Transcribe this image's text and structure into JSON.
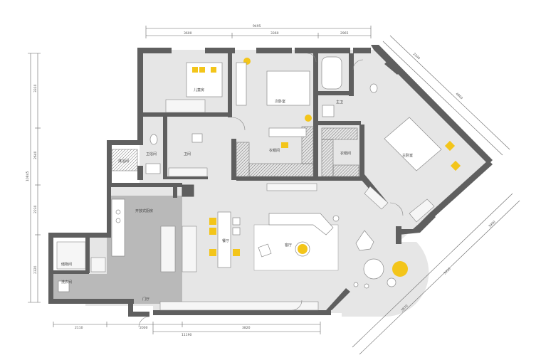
{
  "plan": {
    "rooms": {
      "kids_room": "儿童房",
      "secondary_bedroom": "次卧室",
      "cloakroom_1": "衣帽间",
      "master_bedroom": "主卧室",
      "master_bath": "主卫",
      "cloakroom_2": "衣帽间",
      "bathroom": "卫浴间",
      "powder_room": "卫间",
      "shower_room": "淋浴间",
      "open_kitchen": "开放式厨房",
      "dining": "餐厅",
      "living": "客厅",
      "storage": "储物间",
      "laundry": "洗衣间",
      "entry": "门厅"
    },
    "dimensions": {
      "top_total": "9495",
      "top_a": "3600",
      "top_b": "3360",
      "top_c": "2965",
      "left_total": "10845",
      "left_a": "3310",
      "left_b": "2640",
      "left_c": "2230",
      "left_d": "2320",
      "bottom_a": "2110",
      "bottom_b": "2000",
      "bottom_c": "11190",
      "bottom_d": "3820",
      "diag_a": "2240",
      "diag_b": "4800",
      "diag_c": "3990",
      "diag_d": "3410",
      "diag_e": "3870"
    }
  }
}
